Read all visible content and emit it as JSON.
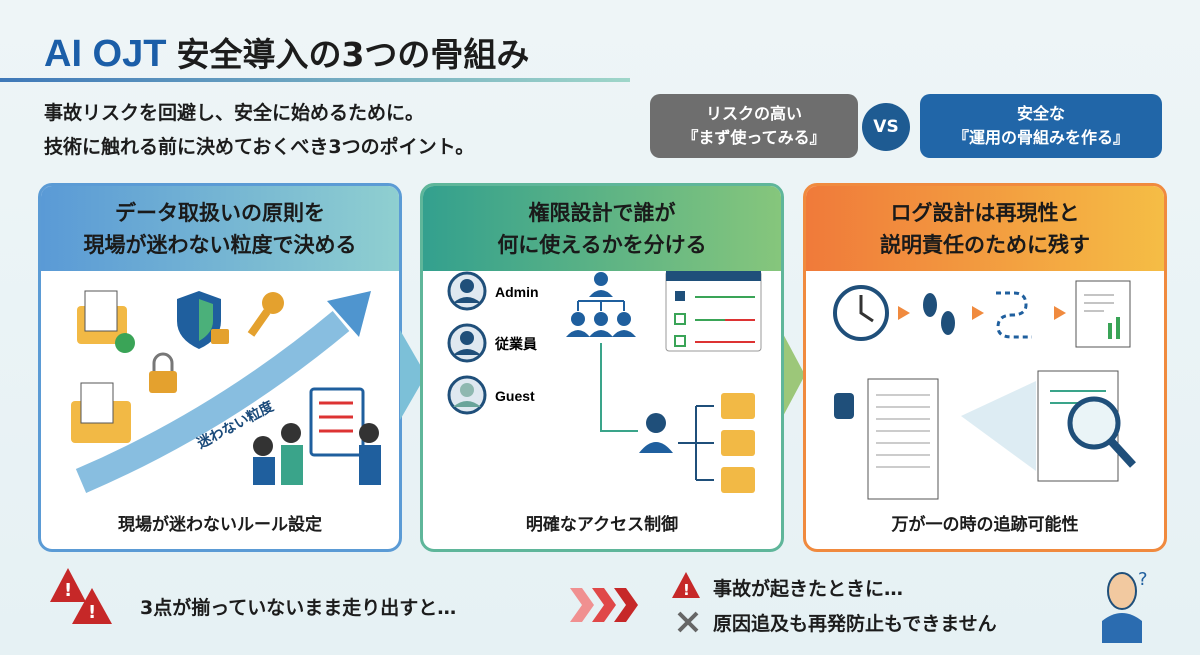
{
  "title": {
    "prefix": "AI OJT",
    "main": "安全導入の3つの骨組み"
  },
  "subtitle": {
    "line1": "事故リスクを回避し、安全に始めるために。",
    "line2": "技術に触れる前に決めておくべき3つのポイント。"
  },
  "comparison": {
    "risky": {
      "line1": "リスクの高い",
      "line2": "『まず使ってみる』"
    },
    "vs": "VS",
    "safe": {
      "line1": "安全な",
      "line2": "『運用の骨組みを作る』"
    }
  },
  "panels": [
    {
      "title1": "データ取扱いの原則を",
      "title2": "現場が迷わない粒度で決める",
      "arrow_label": "迷わない粒度",
      "caption": "現場が迷わないルール設定"
    },
    {
      "title1": "権限設計で誰が",
      "title2": "何に使えるかを分ける",
      "roles": [
        "Admin",
        "従業員",
        "Guest"
      ],
      "caption": "明確なアクセス制御"
    },
    {
      "title1": "ログ設計は再現性と",
      "title2": "説明責任のために残す",
      "caption": "万が一の時の追跡可能性"
    }
  ],
  "warning": {
    "cause": "3点が揃っていないまま走り出すと…",
    "effect1": "事故が起きたときに…",
    "effect2": "原因追及も再発防止もできません"
  },
  "colors": {
    "brand": "#1b5ea8",
    "alert": "#d32f2f",
    "panel1": "#5b9bd5",
    "panel2": "#5fb69a",
    "panel3": "#f08a3e"
  }
}
